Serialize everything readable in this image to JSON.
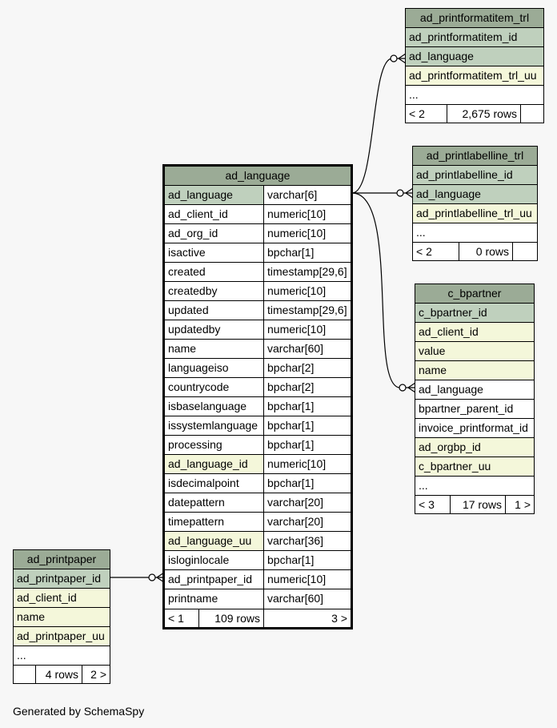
{
  "tables": {
    "ad_printformatitem_trl": {
      "title": "ad_printformatitem_trl",
      "columns": [
        {
          "name": "ad_printformatitem_id",
          "kind": "pk"
        },
        {
          "name": "ad_language",
          "kind": "pk"
        },
        {
          "name": "ad_printformatitem_trl_uu",
          "kind": "fk"
        },
        {
          "name": "...",
          "kind": "plain"
        }
      ],
      "footer": {
        "left": "< 2",
        "middle": "2,675 rows",
        "right": ""
      }
    },
    "ad_printlabelline_trl": {
      "title": "ad_printlabelline_trl",
      "columns": [
        {
          "name": "ad_printlabelline_id",
          "kind": "pk"
        },
        {
          "name": "ad_language",
          "kind": "pk"
        },
        {
          "name": "ad_printlabelline_trl_uu",
          "kind": "fk"
        },
        {
          "name": "...",
          "kind": "plain"
        }
      ],
      "footer": {
        "left": "< 2",
        "middle": "0 rows",
        "right": ""
      }
    },
    "c_bpartner": {
      "title": "c_bpartner",
      "columns": [
        {
          "name": "c_bpartner_id",
          "kind": "pk"
        },
        {
          "name": "ad_client_id",
          "kind": "fk"
        },
        {
          "name": "value",
          "kind": "fk"
        },
        {
          "name": "name",
          "kind": "fk"
        },
        {
          "name": "ad_language",
          "kind": "plain"
        },
        {
          "name": "bpartner_parent_id",
          "kind": "plain"
        },
        {
          "name": "invoice_printformat_id",
          "kind": "plain"
        },
        {
          "name": "ad_orgbp_id",
          "kind": "fk"
        },
        {
          "name": "c_bpartner_uu",
          "kind": "fk"
        },
        {
          "name": "...",
          "kind": "plain"
        }
      ],
      "footer": {
        "left": "< 3",
        "middle": "17 rows",
        "right": "1 >"
      }
    },
    "ad_printpaper": {
      "title": "ad_printpaper",
      "columns": [
        {
          "name": "ad_printpaper_id",
          "kind": "pk"
        },
        {
          "name": "ad_client_id",
          "kind": "fk"
        },
        {
          "name": "name",
          "kind": "fk"
        },
        {
          "name": "ad_printpaper_uu",
          "kind": "fk"
        },
        {
          "name": "...",
          "kind": "plain"
        }
      ],
      "footer": {
        "left": "",
        "middle": "4 rows",
        "right": "2 >"
      }
    },
    "ad_language": {
      "title": "ad_language",
      "columns": [
        {
          "name": "ad_language",
          "type": "varchar[6]",
          "kind": "pk"
        },
        {
          "name": "ad_client_id",
          "type": "numeric[10]",
          "kind": "plain"
        },
        {
          "name": "ad_org_id",
          "type": "numeric[10]",
          "kind": "plain"
        },
        {
          "name": "isactive",
          "type": "bpchar[1]",
          "kind": "plain"
        },
        {
          "name": "created",
          "type": "timestamp[29,6]",
          "kind": "plain"
        },
        {
          "name": "createdby",
          "type": "numeric[10]",
          "kind": "plain"
        },
        {
          "name": "updated",
          "type": "timestamp[29,6]",
          "kind": "plain"
        },
        {
          "name": "updatedby",
          "type": "numeric[10]",
          "kind": "plain"
        },
        {
          "name": "name",
          "type": "varchar[60]",
          "kind": "plain"
        },
        {
          "name": "languageiso",
          "type": "bpchar[2]",
          "kind": "plain"
        },
        {
          "name": "countrycode",
          "type": "bpchar[2]",
          "kind": "plain"
        },
        {
          "name": "isbaselanguage",
          "type": "bpchar[1]",
          "kind": "plain"
        },
        {
          "name": "issystemlanguage",
          "type": "bpchar[1]",
          "kind": "plain"
        },
        {
          "name": "processing",
          "type": "bpchar[1]",
          "kind": "plain"
        },
        {
          "name": "ad_language_id",
          "type": "numeric[10]",
          "kind": "fk"
        },
        {
          "name": "isdecimalpoint",
          "type": "bpchar[1]",
          "kind": "plain"
        },
        {
          "name": "datepattern",
          "type": "varchar[20]",
          "kind": "plain"
        },
        {
          "name": "timepattern",
          "type": "varchar[20]",
          "kind": "plain"
        },
        {
          "name": "ad_language_uu",
          "type": "varchar[36]",
          "kind": "fk"
        },
        {
          "name": "isloginlocale",
          "type": "bpchar[1]",
          "kind": "plain"
        },
        {
          "name": "ad_printpaper_id",
          "type": "numeric[10]",
          "kind": "plain"
        },
        {
          "name": "printname",
          "type": "varchar[60]",
          "kind": "plain"
        }
      ],
      "footer": {
        "left": "< 1",
        "middle": "109 rows",
        "right": "3 >"
      }
    }
  },
  "colors": {
    "header": "#9bab96",
    "pk": "#bfd0bd",
    "fk": "#f4f7da"
  },
  "generated_by": "Generated by SchemaSpy"
}
